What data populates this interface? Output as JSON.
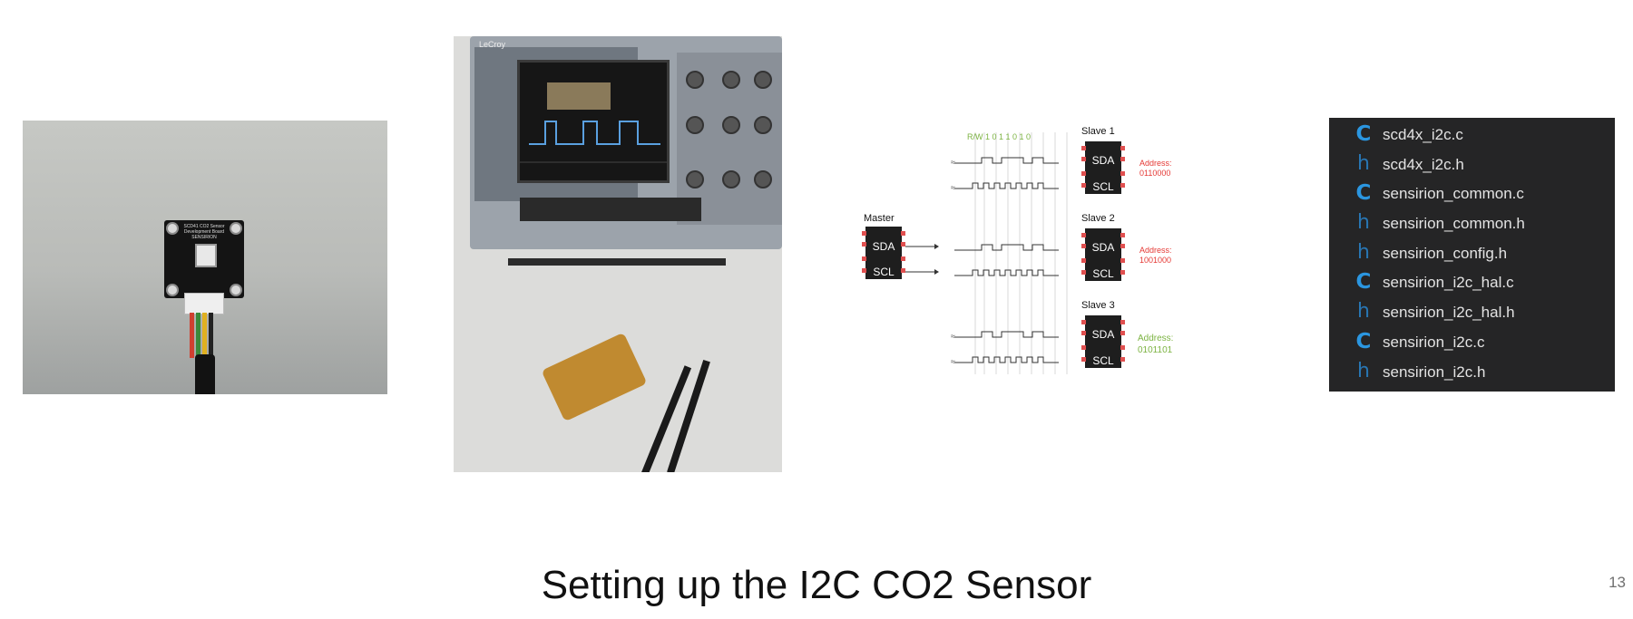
{
  "slide": {
    "title": "Setting up the I2C CO2 Sensor",
    "page_number": "13"
  },
  "images": {
    "sensor_board": {
      "board_text": "SCD41 CO2 Sensor Development Board SENSIRION"
    },
    "oscilloscope": {
      "brand": "LeCroy"
    }
  },
  "i2c_diagram": {
    "master_label": "Master",
    "slave1_label": "Slave 1",
    "slave2_label": "Slave 2",
    "slave3_label": "Slave 3",
    "sda": "SDA",
    "scl": "SCL",
    "bits_label": "R/W 1 0 1 1 0 1 0",
    "address_label": "Address:",
    "address1": "0110000",
    "address2": "1001000",
    "address3": "0101101",
    "colors": {
      "address_red": "#e53935",
      "address_green": "#7cb342",
      "chip": "#1e1e1e",
      "pin": "#e05050"
    }
  },
  "file_list": {
    "items": [
      {
        "name": "scd4x_i2c.c",
        "icon": "C",
        "type": "c"
      },
      {
        "name": "scd4x_i2c.h",
        "icon": "h",
        "type": "h"
      },
      {
        "name": "sensirion_common.c",
        "icon": "C",
        "type": "c"
      },
      {
        "name": "sensirion_common.h",
        "icon": "h",
        "type": "h"
      },
      {
        "name": "sensirion_config.h",
        "icon": "h",
        "type": "h"
      },
      {
        "name": "sensirion_i2c_hal.c",
        "icon": "C",
        "type": "c"
      },
      {
        "name": "sensirion_i2c_hal.h",
        "icon": "h",
        "type": "h"
      },
      {
        "name": "sensirion_i2c.c",
        "icon": "C",
        "type": "c"
      },
      {
        "name": "sensirion_i2c.h",
        "icon": "h",
        "type": "h"
      }
    ],
    "colors": {
      "background": "#252526",
      "c_icon": "#2b96e0",
      "h_icon": "#2876b3",
      "text": "#e3e3e3"
    }
  }
}
